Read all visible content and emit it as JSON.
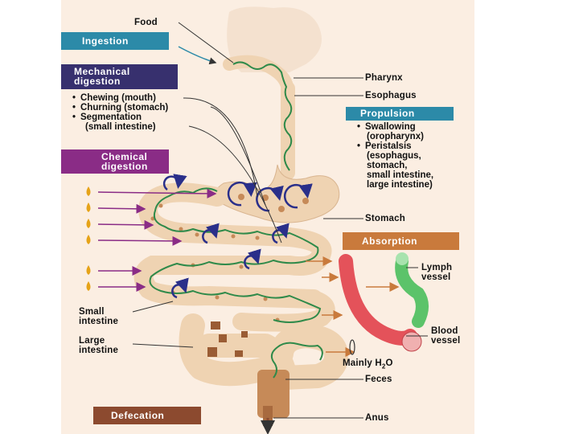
{
  "labels": {
    "food": "Food",
    "pharynx": "Pharynx",
    "esophagus": "Esophagus",
    "stomach": "Stomach",
    "lymph_vessel": "Lymph\nvessel",
    "blood_vessel": "Blood\nvessel",
    "mainly_h2o": "Mainly H",
    "mainly_h2o_sub": "2",
    "mainly_h2o_end": "O",
    "feces": "Feces",
    "anus": "Anus",
    "small_intestine": "Small\nintestine",
    "large_intestine": "Large\nintestine"
  },
  "boxes": {
    "ingestion": "Ingestion",
    "mechanical": "Mechanical\ndigestion",
    "chemical": "Chemical\ndigestion",
    "propulsion": "Propulsion",
    "absorption": "Absorption",
    "defecation": "Defecation"
  },
  "mechanical_items": [
    {
      "bullet": "•",
      "text": "Chewing (mouth)"
    },
    {
      "bullet": "•",
      "text": "Churning (stomach)"
    },
    {
      "bullet": "•",
      "text": "Segmentation"
    },
    {
      "bullet": "",
      "text": "(small intestine)"
    }
  ],
  "propulsion_items": [
    {
      "bullet": "•",
      "text": "Swallowing"
    },
    {
      "bullet": "",
      "text": "(oropharynx)"
    },
    {
      "bullet": "•",
      "text": "Peristalsis"
    },
    {
      "bullet": "",
      "text": "(esophagus,"
    },
    {
      "bullet": "",
      "text": "stomach,"
    },
    {
      "bullet": "",
      "text": "small intestine,"
    },
    {
      "bullet": "",
      "text": "large intestine)"
    }
  ],
  "colors": {
    "tract": "#efd3b2",
    "tract_edge": "#d9b590",
    "peristalsis_wave": "#2f8a4a",
    "churn_arrow": "#2a2f8a",
    "enzyme_drop": "#e6a318",
    "enzyme_arrow": "#8a2c86",
    "blood_vessel": "#e4525a",
    "lymph_vessel": "#5cc36a",
    "absorption_arrow": "#c97a3c",
    "feces": "#c68a58"
  }
}
